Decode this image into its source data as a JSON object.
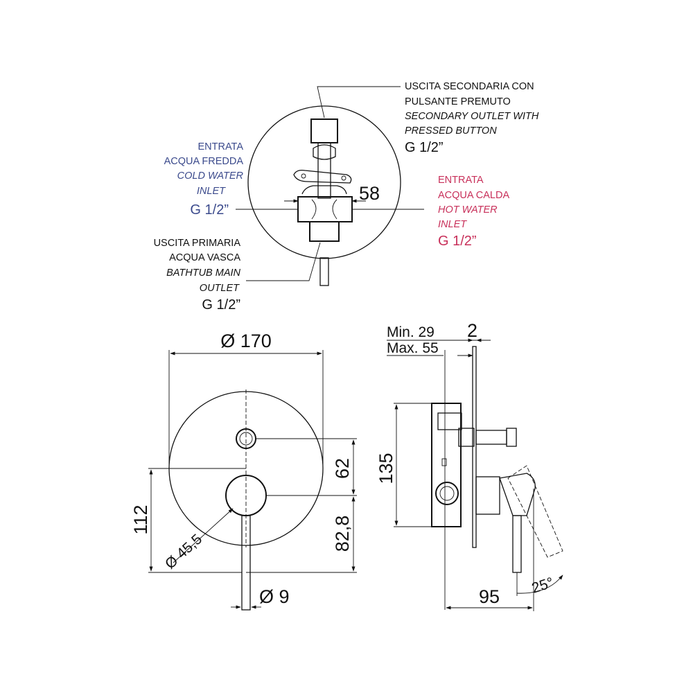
{
  "colors": {
    "ink": "#111111",
    "cold": "#3b4a8c",
    "hot": "#c8305a"
  },
  "top_view": {
    "secondary_outlet": {
      "line1": "USCITA SECONDARIA CON",
      "line2": "PULSANTE PREMUTO",
      "line3": "SECONDARY OUTLET WITH",
      "line4": "PRESSED BUTTON",
      "thread": "G 1/2”"
    },
    "cold_inlet": {
      "line1": "ENTRATA",
      "line2": "ACQUA FREDDA",
      "line3": "COLD WATER",
      "line4": "INLET",
      "thread": "G 1/2”"
    },
    "hot_inlet": {
      "line1": "ENTRATA",
      "line2": "ACQUA CALDA",
      "line3": "HOT WATER",
      "line4": "INLET",
      "thread": "G 1/2”"
    },
    "primary_outlet": {
      "line1": "USCITA PRIMARIA",
      "line2": "ACQUA VASCA",
      "line3": "BATHTUB MAIN",
      "line4": "OUTLET",
      "thread": "G 1/2”"
    },
    "dim_width": "58"
  },
  "front_view": {
    "dim_diameter": "Ø 170",
    "dim_button_offset": "62",
    "dim_height_112": "112",
    "dim_height_82": "82,8",
    "dim_hub_diameter": "Ø 45,5",
    "dim_lever_diameter": "Ø 9"
  },
  "side_view": {
    "dim_min": "Min. 29",
    "dim_max": "Max. 55",
    "dim_plate": "2",
    "dim_height": "135",
    "dim_depth": "95",
    "dim_angle": "25°"
  }
}
